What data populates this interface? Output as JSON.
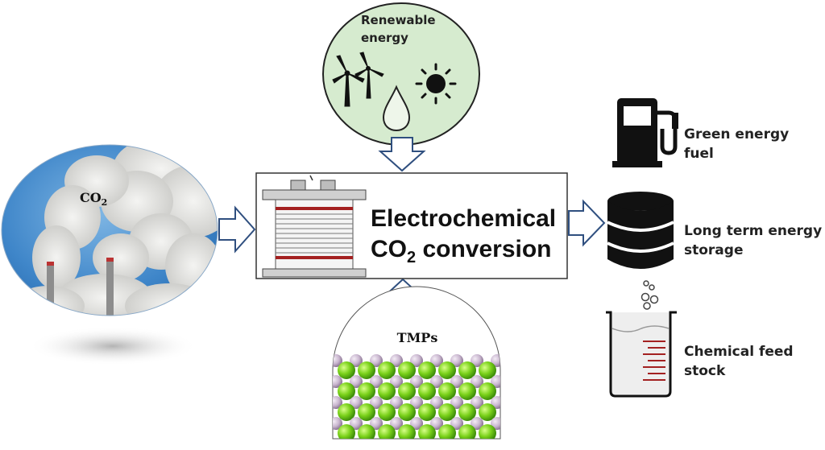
{
  "renewable": {
    "line1": "Renewable",
    "line2": "energy"
  },
  "source": {
    "co2_main": "CO",
    "co2_sub": "2"
  },
  "process": {
    "line1": "Electrochemical",
    "line2_prefix": "CO",
    "line2_sub": "2",
    "line2_suffix": " conversion"
  },
  "catalyst": {
    "label": "TMPs"
  },
  "outputs": [
    {
      "line1": "Green energy",
      "line2": "fuel"
    },
    {
      "line1": "Long term energy",
      "line2": "storage"
    },
    {
      "line1": "Chemical feed",
      "line2": "stock"
    }
  ],
  "colors": {
    "arrow_outline": "#2f4f7f",
    "renewable_fill": "#d6ebcf",
    "sphere_green": "#7ad11a",
    "sphere_purple": "#c9b6cf",
    "stack_red": "#a32020",
    "sky_blue": "#3f86c9"
  },
  "icons": [
    "wind-turbine-icon",
    "water-drop-icon",
    "sun-icon",
    "fuel-pump-icon",
    "database-icon",
    "beaker-icon",
    "electrolyzer-stack-icon"
  ]
}
